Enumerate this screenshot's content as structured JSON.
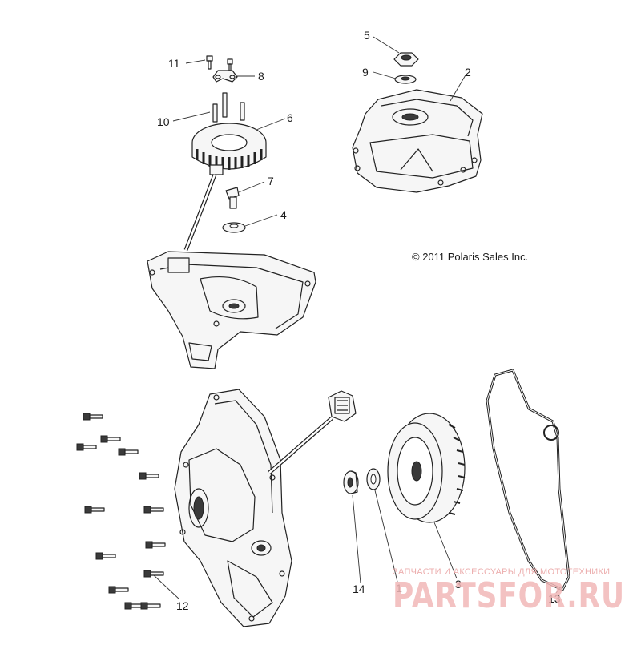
{
  "callouts": [
    {
      "n": "1"
    },
    {
      "n": "2"
    },
    {
      "n": "3"
    },
    {
      "n": "4"
    },
    {
      "n": "5"
    },
    {
      "n": "6"
    },
    {
      "n": "7"
    },
    {
      "n": "8"
    },
    {
      "n": "9"
    },
    {
      "n": "10"
    },
    {
      "n": "11"
    },
    {
      "n": "12"
    },
    {
      "n": "13"
    },
    {
      "n": "14"
    }
  ],
  "copyright": "© 2011 Polaris Sales Inc.",
  "watermark": {
    "subtitle": "ЗАПЧАСТИ И АКСЕССУАРЫ ДЛЯ МОТОТЕХНИКИ",
    "brand": "PARTSFOR.RU"
  }
}
